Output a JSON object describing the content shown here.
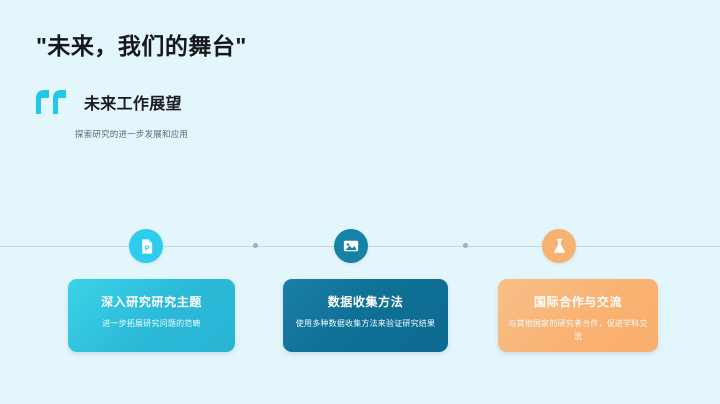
{
  "slide": {
    "title": "\"未来，我们的舞台\"",
    "background_color": "#e3f6fb",
    "quote": {
      "mark_icon": "quote-icon",
      "mark_color": "#22c8e6",
      "heading": "未来工作展望",
      "subtitle": "探索研究的进一步发展和应用"
    },
    "timeline": {
      "line_color": "#c6d7dd",
      "dot_color": "#9fb2ba"
    },
    "items": [
      {
        "icon": "file-document-icon",
        "icon_bg": "#2ecdf0",
        "title": "深入研究研究主题",
        "desc": "进一步拓展研究问题的范畴",
        "card_color": "#2bb9d8"
      },
      {
        "icon": "image-picture-icon",
        "icon_bg": "#1682a8",
        "title": "数据收集方法",
        "desc": "使用多种数据收集方法来验证研究结果",
        "card_color": "#0f6f95"
      },
      {
        "icon": "flask-beaker-icon",
        "icon_bg": "#f7b272",
        "title": "国际合作与交流",
        "desc": "与其他国家的研究者合作，促进学科交流",
        "card_color": "#f9b273"
      }
    ]
  }
}
